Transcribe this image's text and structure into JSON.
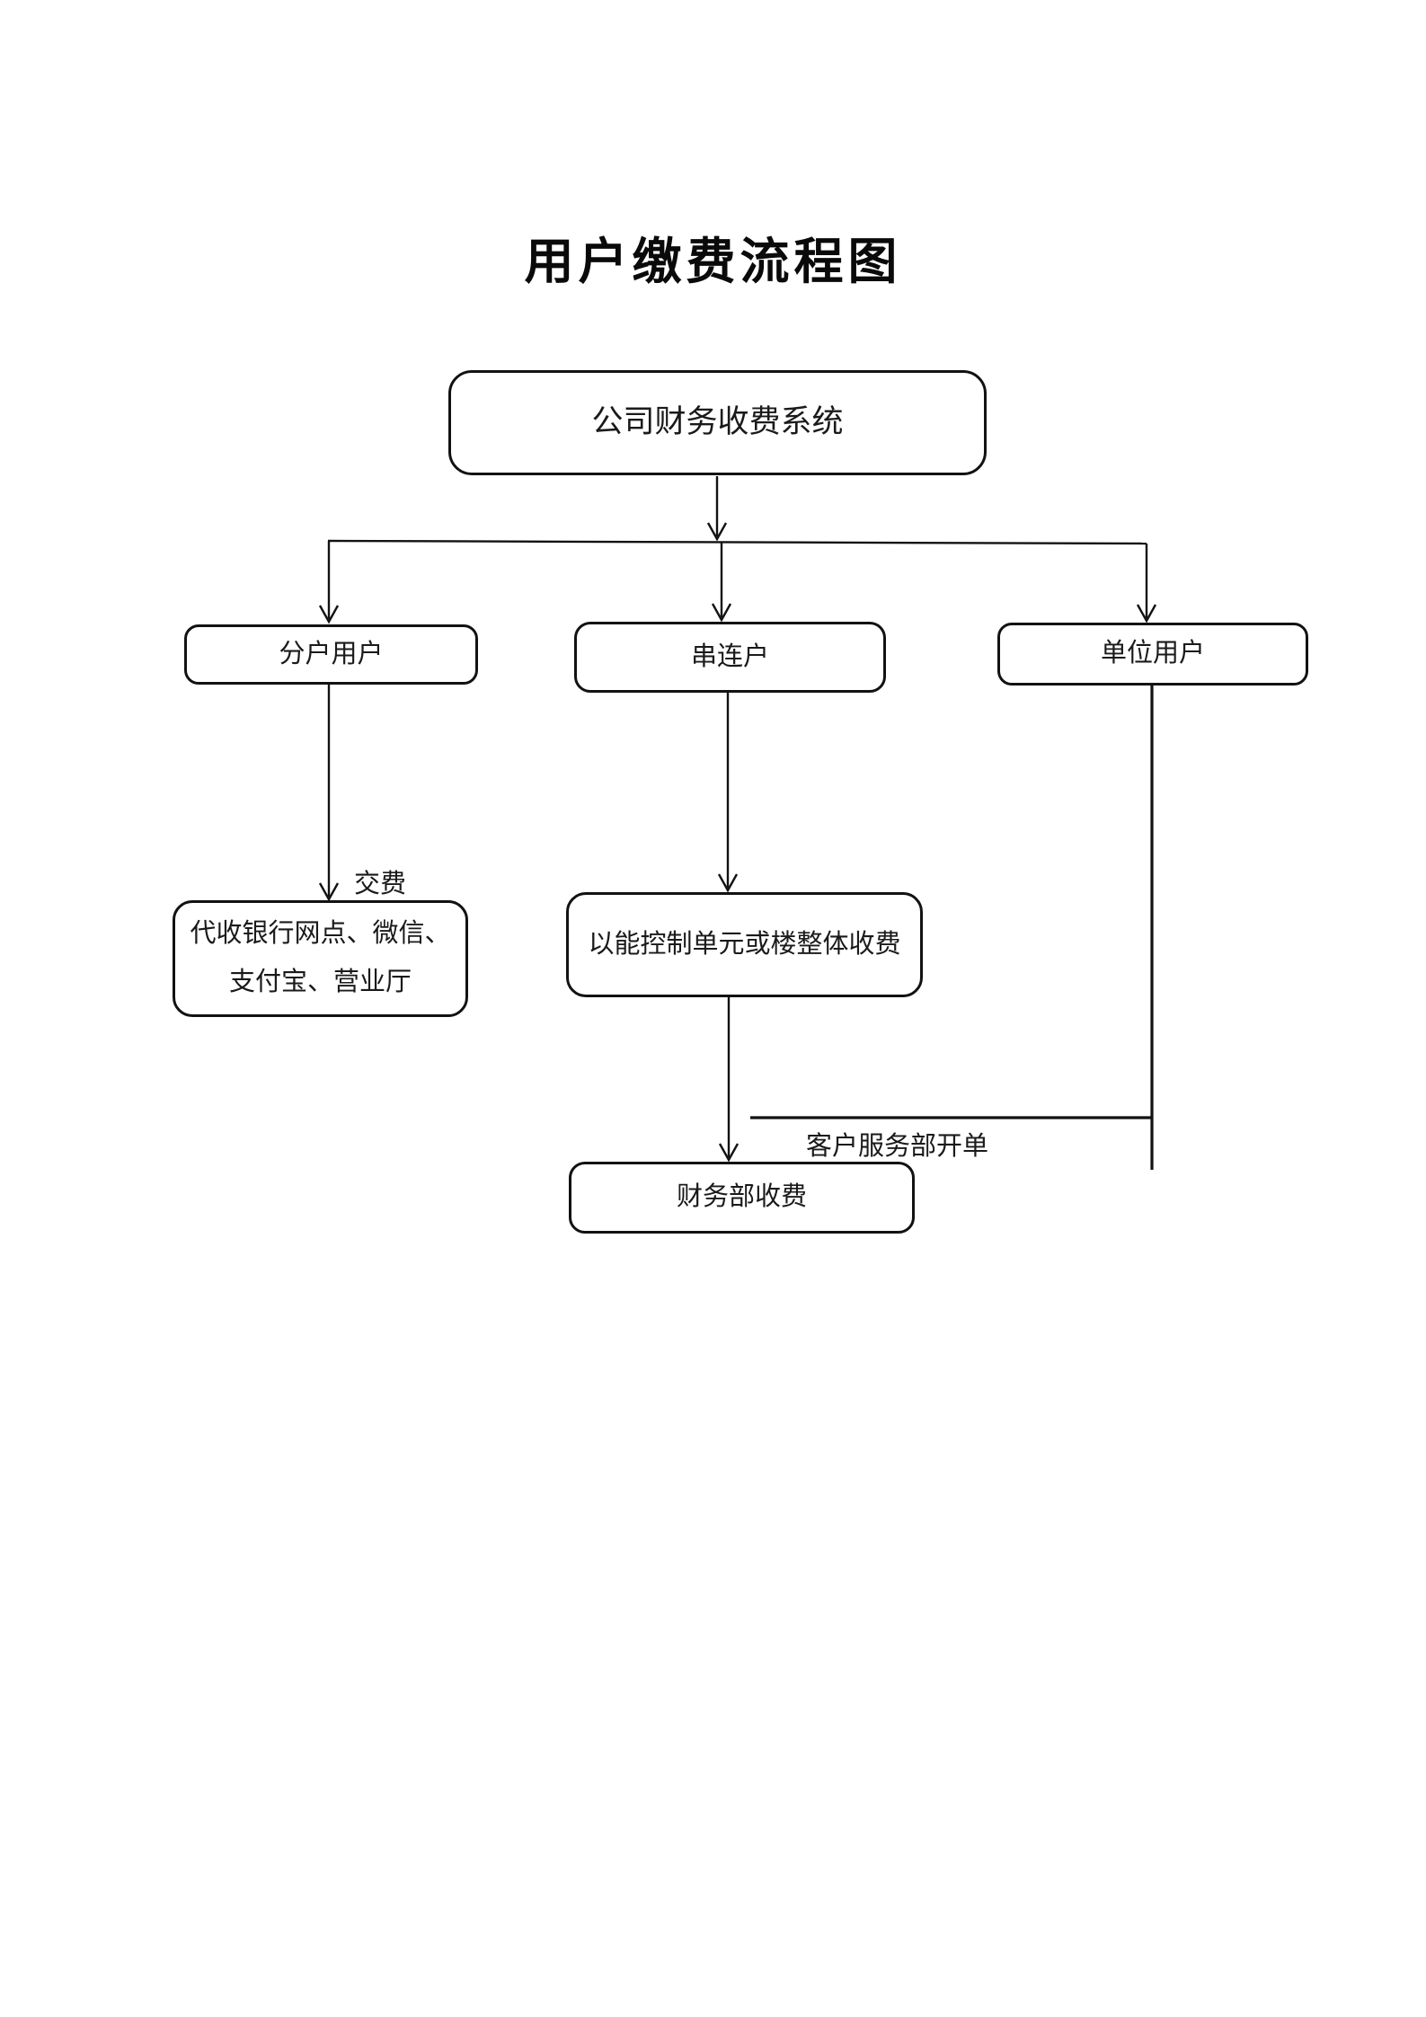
{
  "page": {
    "title": "用户缴费流程图"
  },
  "flowchart": {
    "nodes": [
      {
        "id": "system",
        "label": "公司财务收费系统"
      },
      {
        "id": "split-household",
        "label": "分户用户"
      },
      {
        "id": "series-household",
        "label": "串连户"
      },
      {
        "id": "unit-user",
        "label": "单位用户"
      },
      {
        "id": "payment-channels",
        "label": "代收银行网点、微信、支付宝、营业厅"
      },
      {
        "id": "building-charge",
        "label": "以能控制单元或楼整体收费"
      },
      {
        "id": "finance-dept",
        "label": "财务部收费"
      }
    ],
    "edge_labels": [
      {
        "id": "pay-fee",
        "label": "交费"
      },
      {
        "id": "service-dept-billing",
        "label": "客户服务部开单"
      }
    ],
    "colors": {
      "line": "#121212",
      "text": "#1a1a1a",
      "background": "#ffffff"
    }
  }
}
